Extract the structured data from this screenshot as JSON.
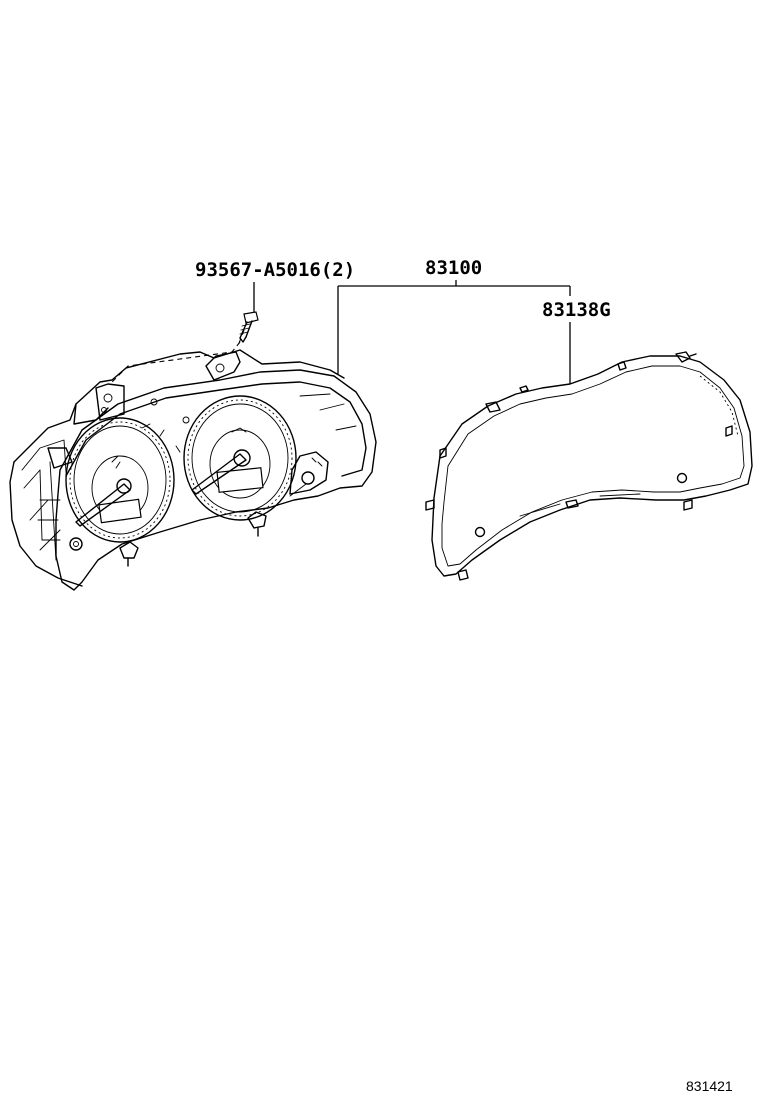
{
  "labels": {
    "screw": "93567-A5016(2)",
    "combination_meter": "83100",
    "meter_glass": "83138G"
  },
  "figure_number": "831421",
  "icons": {
    "screw": "screw-icon",
    "meter_assembly": "combination-meter-drawing",
    "meter_glass": "meter-glass-drawing"
  },
  "colors": {
    "line": "#000000",
    "background": "#ffffff"
  }
}
